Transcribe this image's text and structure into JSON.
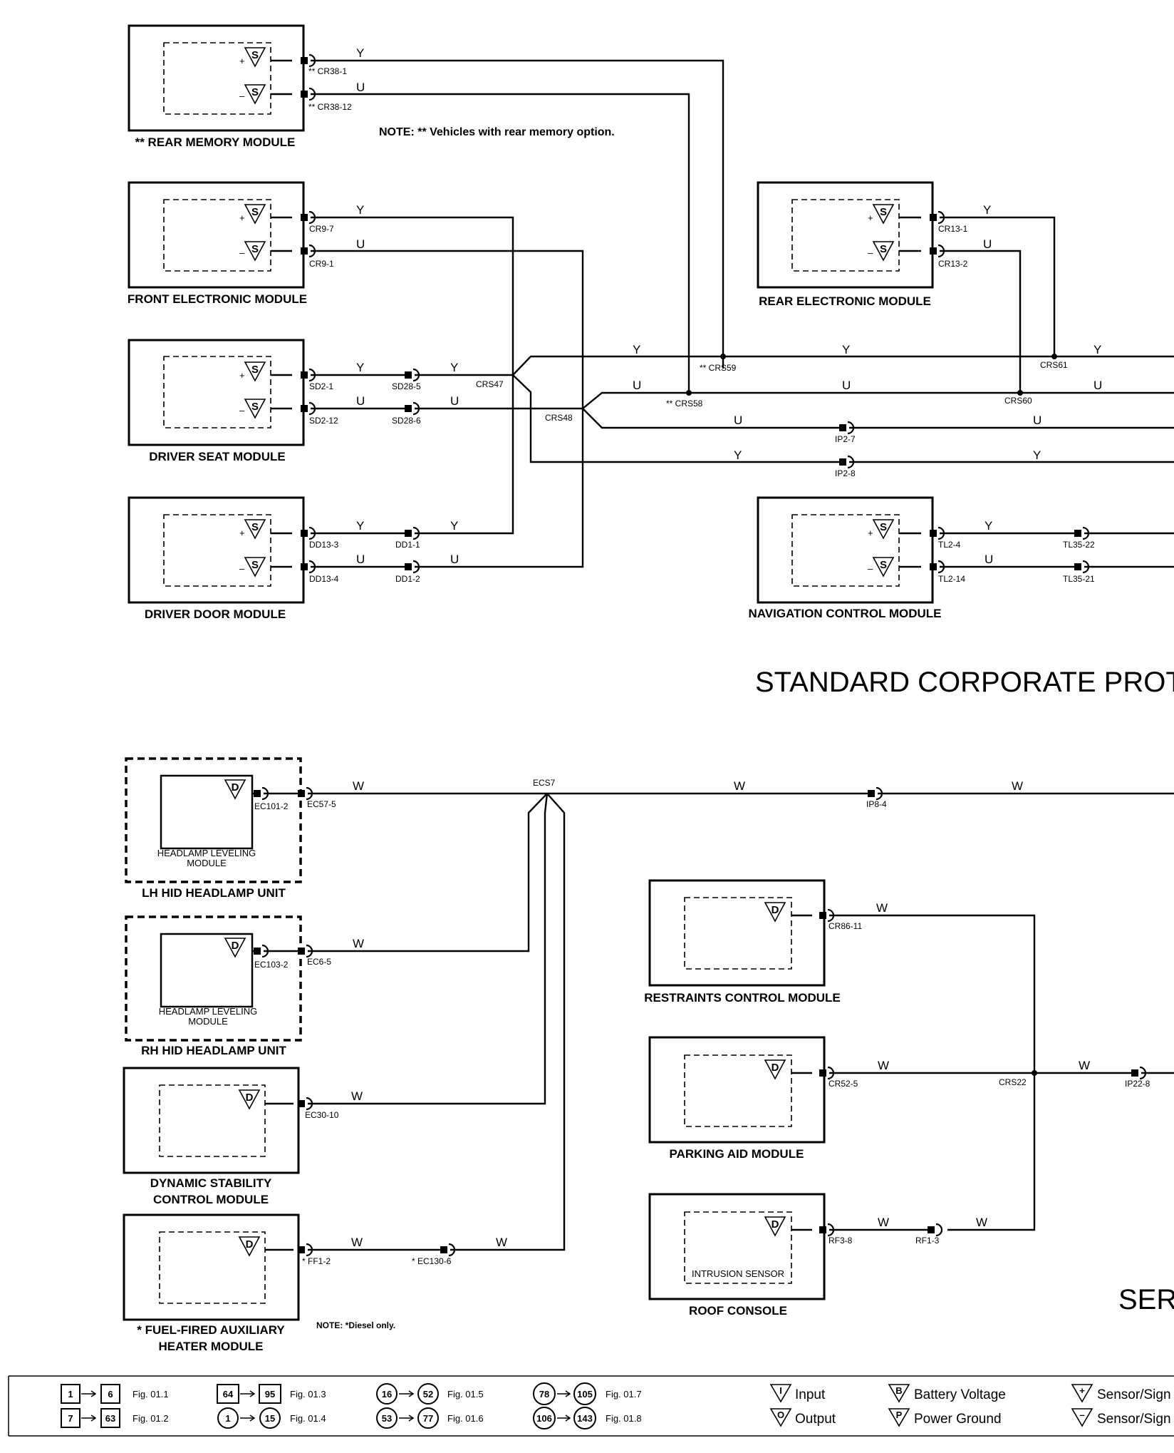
{
  "wire_colors": {
    "yellow": "Y",
    "blue": "U",
    "white": "W"
  },
  "signs": {
    "plus": "+",
    "minus": "–",
    "sensor": "S",
    "data": "D"
  },
  "notes": {
    "rear_memory": "NOTE: ** Vehicles with rear memory option.",
    "diesel": "NOTE: *Diesel only."
  },
  "sections": {
    "standard": "STANDARD CORPORATE PROT",
    "serial": "SER"
  },
  "modules": {
    "rear_memory": "** REAR MEMORY MODULE",
    "front_electronic": "FRONT ELECTRONIC MODULE",
    "driver_seat": "DRIVER SEAT MODULE",
    "driver_door": "DRIVER DOOR MODULE",
    "rear_electronic": "REAR ELECTRONIC MODULE",
    "navigation": "NAVIGATION CONTROL MODULE",
    "lh_hid": "LH HID HEADLAMP UNIT",
    "rh_hid": "RH HID HEADLAMP UNIT",
    "headlamp_leveling": [
      "HEADLAMP LEVELING",
      "MODULE"
    ],
    "dsc": [
      "DYNAMIC STABILITY",
      "CONTROL MODULE"
    ],
    "ffh": [
      "* FUEL-FIRED AUXILIARY",
      "HEATER MODULE"
    ],
    "restraints": "RESTRAINTS CONTROL MODULE",
    "parking": "PARKING AID MODULE",
    "roof": "ROOF CONSOLE",
    "intrusion": "INTRUSION SENSOR"
  },
  "pins": {
    "cr38_1": "** CR38-1",
    "cr38_12": "** CR38-12",
    "cr9_7": "CR9-7",
    "cr9_1": "CR9-1",
    "sd2_1": "SD2-1",
    "sd2_12": "SD2-12",
    "sd28_5": "SD28-5",
    "sd28_6": "SD28-6",
    "dd13_3": "DD13-3",
    "dd13_4": "DD13-4",
    "dd1_1": "DD1-1",
    "dd1_2": "DD1-2",
    "crs47": "CRS47",
    "crs48": "CRS48",
    "crs59": "** CRS59",
    "crs58": "** CRS58",
    "crs61": "CRS61",
    "crs60": "CRS60",
    "cr13_1": "CR13-1",
    "cr13_2": "CR13-2",
    "ip2_7": "IP2-7",
    "ip2_8": "IP2-8",
    "tl2_4": "TL2-4",
    "tl2_14": "TL2-14",
    "tl35_22": "TL35-22",
    "tl35_21": "TL35-21",
    "ec101_2": "EC101-2",
    "ec57_5": "EC57-5",
    "ecs7": "ECS7",
    "ip8_4": "IP8-4",
    "ec103_2": "EC103-2",
    "ec6_5": "EC6-5",
    "ec30_10": "EC30-10",
    "ff1_2": "* FF1-2",
    "ec130_6": "* EC130-6",
    "cr86_11": "CR86-11",
    "cr52_5": "CR52-5",
    "crs22": "CRS22",
    "ip22_8": "IP22-8",
    "rf3_8": "RF3-8",
    "rf1_3": "RF1-3"
  },
  "legend": {
    "figs": [
      {
        "from": "1",
        "to": "6",
        "fig": "Fig. 01.1"
      },
      {
        "from": "7",
        "to": "63",
        "fig": "Fig. 01.2"
      },
      {
        "from": "64",
        "to": "95",
        "fig": "Fig. 01.3"
      },
      {
        "from": "1",
        "to": "15",
        "fig": "Fig. 01.4"
      },
      {
        "from": "16",
        "to": "52",
        "fig": "Fig. 01.5"
      },
      {
        "from": "53",
        "to": "77",
        "fig": "Fig. 01.6"
      },
      {
        "from": "78",
        "to": "105",
        "fig": "Fig. 01.7"
      },
      {
        "from": "106",
        "to": "143",
        "fig": "Fig. 01.8"
      }
    ],
    "symbols": [
      {
        "letter": "I",
        "label": "Input"
      },
      {
        "letter": "O",
        "label": "Output"
      },
      {
        "letter": "B",
        "label": "Battery Voltage"
      },
      {
        "letter": "P",
        "label": "Power Ground"
      },
      {
        "letter": "+",
        "label": "Sensor/Sign"
      },
      {
        "letter": "–",
        "label": "Sensor/Sign"
      }
    ]
  }
}
